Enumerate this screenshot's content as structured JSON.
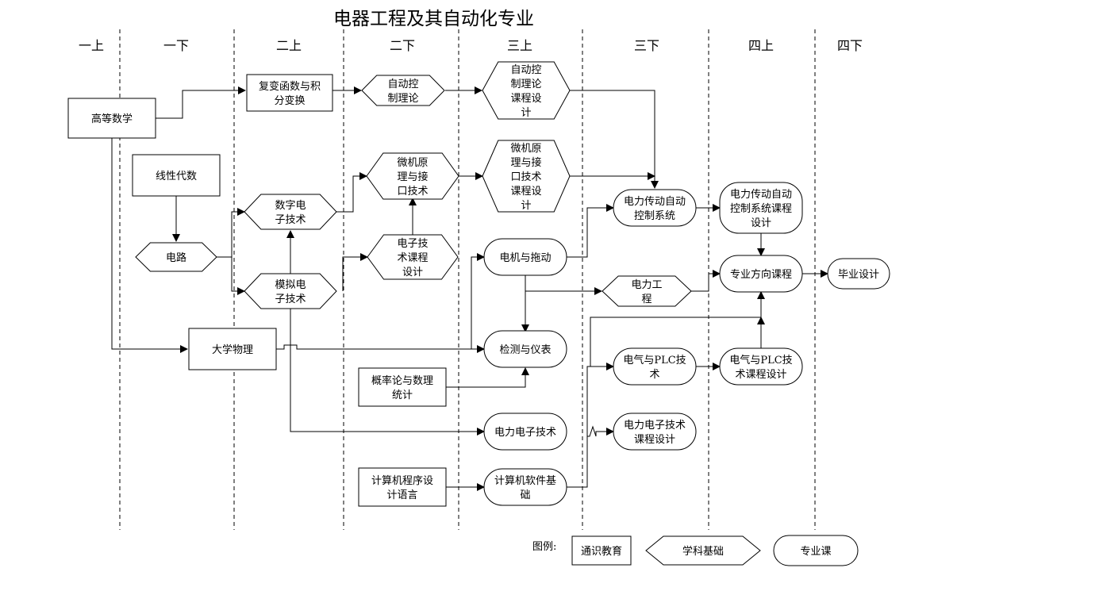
{
  "title": "电器工程及其自动化专业",
  "semesters": [
    "一上",
    "一下",
    "二上",
    "二下",
    "三上",
    "三下",
    "四上",
    "四下"
  ],
  "legend": {
    "label": "图例:",
    "general": "通识教育",
    "foundation": "学科基础",
    "major": "专业课"
  },
  "nodes": [
    {
      "id": "math",
      "type": "general",
      "lines": [
        "高等数学"
      ]
    },
    {
      "id": "complex",
      "type": "general",
      "lines": [
        "复变函数与积",
        "分变换"
      ]
    },
    {
      "id": "control",
      "type": "foundation",
      "lines": [
        "自动控",
        "制理论"
      ]
    },
    {
      "id": "control_design",
      "type": "foundation",
      "lines": [
        "自动控",
        "制理论",
        "课程设",
        "计"
      ]
    },
    {
      "id": "linear",
      "type": "general",
      "lines": [
        "线性代数"
      ]
    },
    {
      "id": "circuit",
      "type": "foundation",
      "lines": [
        "电路"
      ]
    },
    {
      "id": "digital",
      "type": "foundation",
      "lines": [
        "数字电",
        "子技术"
      ]
    },
    {
      "id": "analog",
      "type": "foundation",
      "lines": [
        "模拟电",
        "子技术"
      ]
    },
    {
      "id": "micro",
      "type": "foundation",
      "lines": [
        "微机原",
        "理与接",
        "口技术"
      ]
    },
    {
      "id": "micro_design",
      "type": "foundation",
      "lines": [
        "微机原",
        "理与接",
        "口技术",
        "课程设",
        "计"
      ]
    },
    {
      "id": "elec_design",
      "type": "foundation",
      "lines": [
        "电子技",
        "术课程",
        "设计"
      ]
    },
    {
      "id": "physics",
      "type": "general",
      "lines": [
        "大学物理"
      ]
    },
    {
      "id": "motor",
      "type": "major",
      "lines": [
        "电机与拖动"
      ]
    },
    {
      "id": "measure",
      "type": "major",
      "lines": [
        "检测与仪表"
      ]
    },
    {
      "id": "prob",
      "type": "general",
      "lines": [
        "概率论与数理",
        "统计"
      ]
    },
    {
      "id": "power_elec",
      "type": "major",
      "lines": [
        "电力电子技术"
      ]
    },
    {
      "id": "prog",
      "type": "general",
      "lines": [
        "计算机程序设",
        "计语言"
      ]
    },
    {
      "id": "software",
      "type": "major",
      "lines": [
        "计算机软件基",
        "础"
      ]
    },
    {
      "id": "drive",
      "type": "major",
      "lines": [
        "电力传动自动",
        "控制系统"
      ]
    },
    {
      "id": "power_eng",
      "type": "foundation",
      "lines": [
        "电力工",
        "程"
      ]
    },
    {
      "id": "plc",
      "type": "major",
      "lines": [
        "电气与PLC技",
        "术"
      ]
    },
    {
      "id": "pe_design",
      "type": "major",
      "lines": [
        "电力电子技术",
        "课程设计"
      ]
    },
    {
      "id": "drive_design",
      "type": "major",
      "lines": [
        "电力传动自动",
        "控制系统课程",
        "设计"
      ]
    },
    {
      "id": "direction",
      "type": "major",
      "lines": [
        "专业方向课程"
      ]
    },
    {
      "id": "plc_design",
      "type": "major",
      "lines": [
        "电气与PLC技",
        "术课程设计"
      ]
    },
    {
      "id": "thesis",
      "type": "major",
      "lines": [
        "毕业设计"
      ]
    }
  ]
}
